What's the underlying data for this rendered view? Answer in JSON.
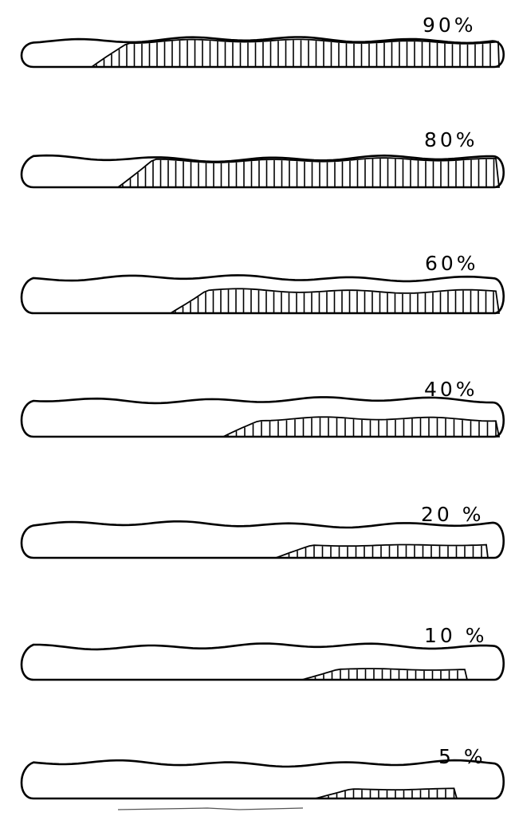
{
  "figure": {
    "stroke_color": "#000000",
    "background_color": "#ffffff",
    "panels": [
      {
        "label": "90%",
        "fill_fraction": 0.9
      },
      {
        "label": "80%",
        "fill_fraction": 0.8
      },
      {
        "label": "60%",
        "fill_fraction": 0.6
      },
      {
        "label": "40%",
        "fill_fraction": 0.4
      },
      {
        "label": "20 %",
        "fill_fraction": 0.2
      },
      {
        "label": "10 %",
        "fill_fraction": 0.1
      },
      {
        "label": "5 %",
        "fill_fraction": 0.05
      }
    ]
  }
}
